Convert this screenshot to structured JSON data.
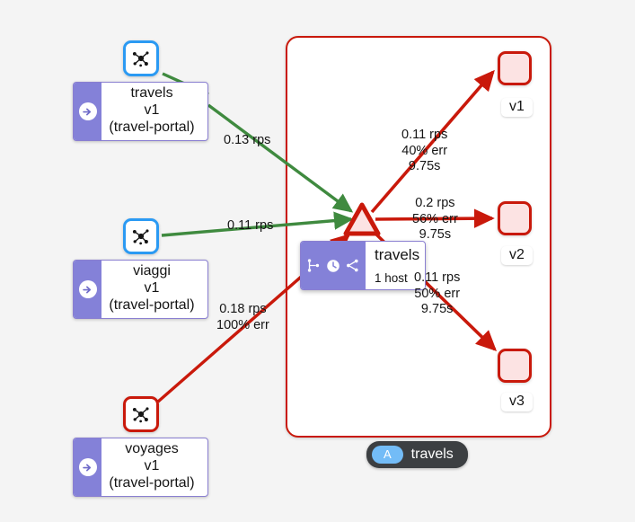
{
  "graph": {
    "background_color": "#f4f4f4",
    "healthy_color": "#2b9af3",
    "error_color": "#c9190b",
    "traffic_ok_color": "#3f8a3f",
    "traffic_err_color": "#c9190b",
    "node_accent_color": "#8481d8"
  },
  "sources": [
    {
      "name": "travels",
      "version": "v1",
      "namespace": "(travel-portal)",
      "icon": "topology-icon",
      "health": "healthy",
      "direction_icon": "arrow-right-icon"
    },
    {
      "name": "viaggi",
      "version": "v1",
      "namespace": "(travel-portal)",
      "icon": "topology-icon",
      "health": "healthy",
      "direction_icon": "arrow-right-icon"
    },
    {
      "name": "voyages",
      "version": "v1",
      "namespace": "(travel-portal)",
      "icon": "topology-icon",
      "health": "error",
      "direction_icon": "arrow-right-icon"
    }
  ],
  "inbound_edges": [
    {
      "id": "travels-to-service",
      "rps": "0.13 rps",
      "err": "",
      "rt": "",
      "status": "ok"
    },
    {
      "id": "viaggi-to-service",
      "rps": "0.11 rps",
      "err": "",
      "rt": "",
      "status": "ok"
    },
    {
      "id": "voyages-to-service",
      "rps": "0.18 rps",
      "err": "100% err",
      "rt": "",
      "status": "error"
    }
  ],
  "service_node": {
    "name": "travels",
    "shape": "triangle",
    "health": "error"
  },
  "hover_card": {
    "title": "travels",
    "subtitle": "1 host",
    "badges": [
      {
        "name": "traffic-shifting-icon"
      },
      {
        "name": "request-timeout-icon"
      },
      {
        "name": "request-routing-icon"
      }
    ]
  },
  "versions": [
    {
      "label": "v1",
      "health": "error",
      "edge": {
        "rps": "0.11 rps",
        "err": "40% err",
        "rt": "9.75s"
      }
    },
    {
      "label": "v2",
      "health": "error",
      "edge": {
        "rps": "0.2 rps",
        "err": "56% err",
        "rt": "9.75s"
      }
    },
    {
      "label": "v3",
      "health": "error",
      "edge": {
        "rps": "0.11 rps",
        "err": "50% err",
        "rt": "9.75s"
      }
    }
  ],
  "legend": {
    "badge": "A",
    "label": "travels"
  }
}
